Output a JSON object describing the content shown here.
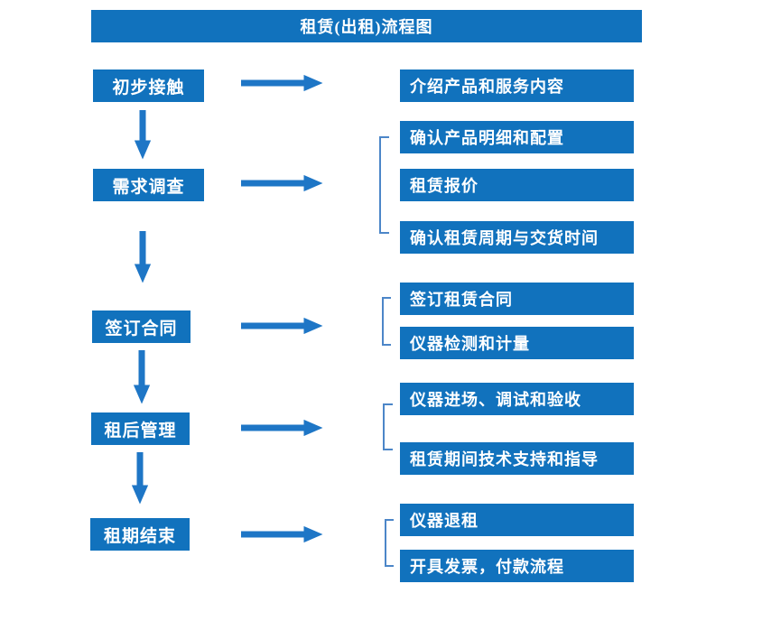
{
  "title": "租赁(出租)流程图",
  "colors": {
    "box_blue": "#1172BD",
    "arrow_blue": "#1E76C6",
    "bracket_blue": "#4C86C8",
    "text_white": "#FFFFFF",
    "background": "#FFFFFF"
  },
  "flow": {
    "steps": [
      {
        "label": "初步接触",
        "details": [
          "介绍产品和服务内容"
        ]
      },
      {
        "label": "需求调查",
        "details": [
          "确认产品明细和配置",
          "租赁报价",
          "确认租赁周期与交货时间"
        ]
      },
      {
        "label": "签订合同",
        "details": [
          "签订租赁合同",
          "仪器检测和计量"
        ]
      },
      {
        "label": "租后管理",
        "details": [
          "仪器进场、调试和验收",
          "租赁期间技术支持和指导"
        ]
      },
      {
        "label": "租期结束",
        "details": [
          "仪器退租",
          "开具发票，付款流程"
        ]
      }
    ]
  }
}
